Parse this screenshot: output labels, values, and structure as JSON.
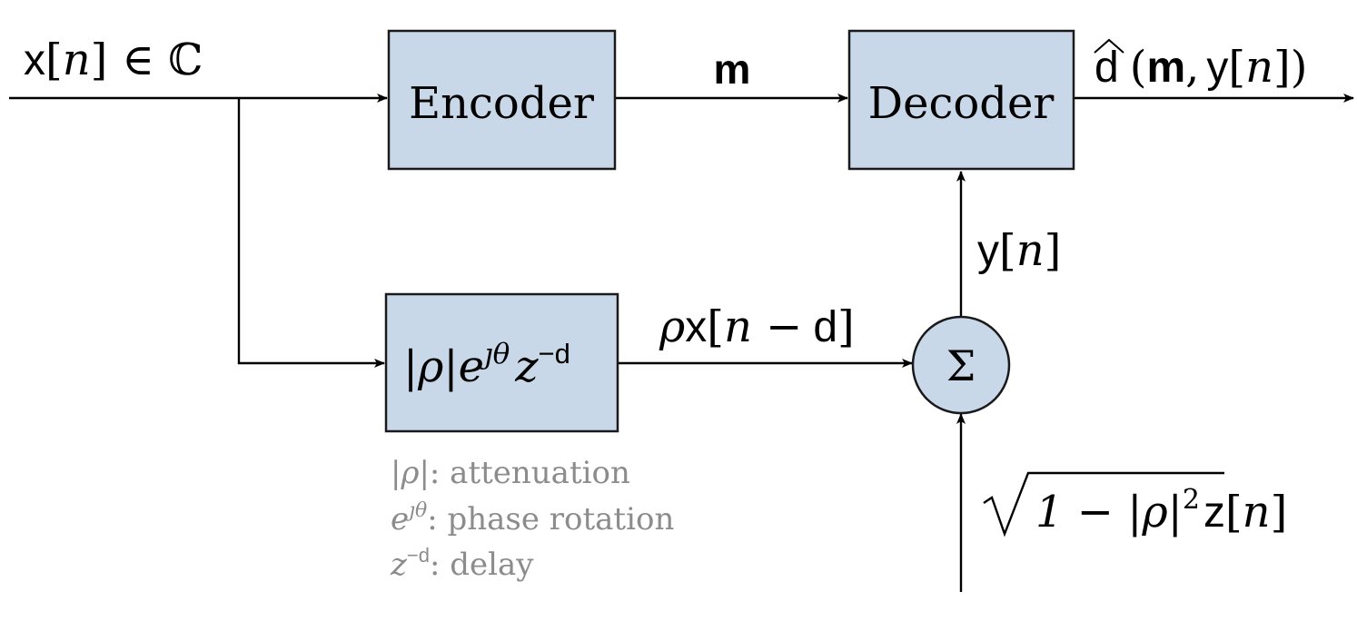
{
  "blocks": {
    "encoder": "Encoder",
    "decoder": "Decoder",
    "channel": {
      "base": "|ρ|e",
      "exp1": "ȷθ",
      "var": "z",
      "exp2": "−d"
    },
    "adder": "Σ"
  },
  "signals": {
    "input": {
      "x": "x",
      "lb": "[",
      "n": "n",
      "rb": "]",
      "rest": "∈ ℂ"
    },
    "message": "m",
    "output": {
      "hat": "d",
      "open": "(",
      "m": "m",
      "comma": ",",
      "y": "y",
      "lb": "[",
      "n": "n",
      "rb": "])"
    },
    "received": {
      "y": "y",
      "lb": "[",
      "n": "n",
      "rb": "]"
    },
    "delayed": {
      "rho": "ρ",
      "x": "x",
      "lb": "[",
      "n": "n −",
      "d": "d",
      "rb": "]"
    },
    "noise": {
      "expr": "1 − |ρ|",
      "sup": "2",
      "z": "z",
      "lb": "[",
      "n": "n",
      "rb": "]"
    }
  },
  "legend": [
    {
      "sym": "|ρ|",
      "sup": "",
      "text": ": attenuation"
    },
    {
      "sym": "e",
      "sup": "ȷθ",
      "text": ": phase rotation"
    },
    {
      "sym": "z",
      "sup": "−d",
      "text": ": delay"
    }
  ]
}
